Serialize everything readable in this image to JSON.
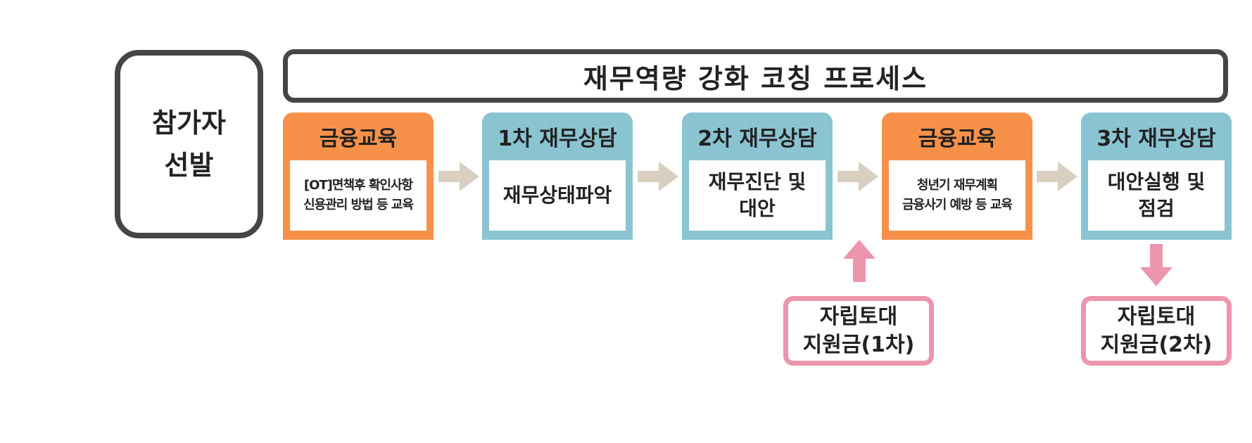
{
  "participant": {
    "label": "참가자\n선발"
  },
  "process": {
    "title": "재무역량 강화 코칭 프로세스"
  },
  "steps": [
    {
      "title": "금융교육",
      "body": "[OT]면책후 확인사항\n신용관리 방법 등 교육",
      "color": "#f7914a"
    },
    {
      "title": "1차 재무상담",
      "body": "재무상태파악",
      "color": "#8ac4d1"
    },
    {
      "title": "2차 재무상담",
      "body": "재무진단 및\n대안",
      "color": "#8ac4d1"
    },
    {
      "title": "금융교육",
      "body": "청년기 재무계획\n금융사기 예방 등 교육",
      "color": "#f7914a"
    },
    {
      "title": "3차 재무상담",
      "body": "대안실행 및\n점검",
      "color": "#8ac4d1"
    }
  ],
  "supports": [
    {
      "label": "자립토대\n지원금(1차)",
      "color": "#ec96ad"
    },
    {
      "label": "자립토대\n지원금(2차)",
      "color": "#ec96ad"
    }
  ],
  "arrow_color": "#d9cfc0"
}
